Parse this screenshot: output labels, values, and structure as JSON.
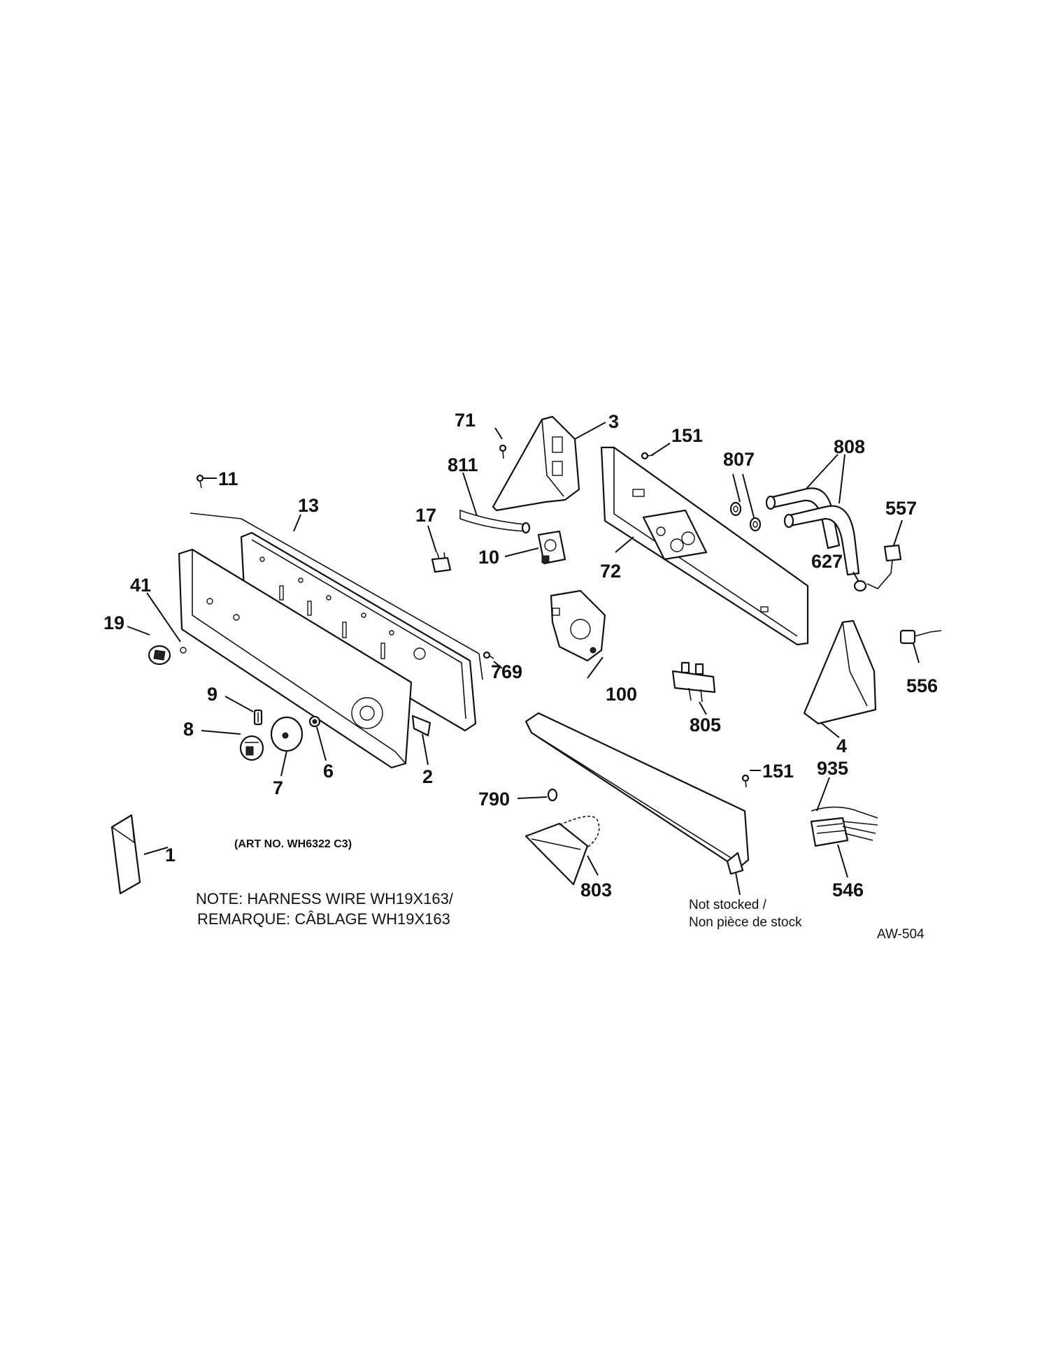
{
  "callouts": {
    "c71": "71",
    "c3": "3",
    "c151a": "151",
    "c807": "807",
    "c808": "808",
    "c811": "811",
    "c11": "11",
    "c13": "13",
    "c17": "17",
    "c10": "10",
    "c72": "72",
    "c557": "557",
    "c627": "627",
    "c41": "41",
    "c19": "19",
    "c769": "769",
    "c100": "100",
    "c556": "556",
    "c9": "9",
    "c805": "805",
    "c4": "4",
    "c8": "8",
    "c6": "6",
    "c2": "2",
    "c7": "7",
    "c151b": "151",
    "c935": "935",
    "c790": "790",
    "c1": "1",
    "c803": "803",
    "c546": "546"
  },
  "art_number": "(ART NO. WH6322 C3)",
  "note_line1": "NOTE: HARNESS WIRE WH19X163/",
  "note_line2": "REMARQUE: CÂBLAGE WH19X163",
  "not_stocked_line1": "Not stocked /",
  "not_stocked_line2": "Non pièce de stock",
  "diagram_code": "AW-504"
}
